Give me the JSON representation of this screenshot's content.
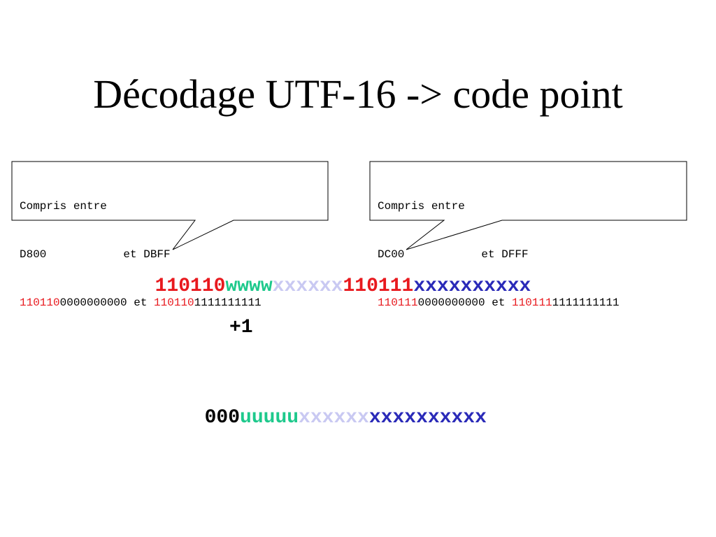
{
  "title": "Décodage UTF-16 -> code point",
  "callout_left": {
    "line1": "Compris entre",
    "line2a": "D800",
    "line2b": "et DBFF",
    "line3_red1": "110110",
    "line3_rest1": "0000000000",
    "line3_et": " et ",
    "line3_red2": "110110",
    "line3_rest2": "1111111111"
  },
  "callout_right": {
    "line1": "Compris entre",
    "line2a": "DC00",
    "line2b": "et DFFF",
    "line3_red1": "110111",
    "line3_rest1": "0000000000",
    "line3_et": " et ",
    "line3_red2": "110111",
    "line3_rest2": "1111111111"
  },
  "surrogate_bits": {
    "prefix_high": "110110",
    "w": "wwww",
    "x_light": "xxxxxx",
    "prefix_low": "110111",
    "x_dark": "xxxxxxxxxx"
  },
  "plus_one": "+1",
  "code_point_bits": {
    "zeros": "000",
    "u": "uuuuu",
    "x_light": "xxxxxx",
    "x_dark": "xxxxxxxxxx"
  },
  "colors": {
    "red": "#e8191e",
    "green": "#1ec98c",
    "light_purple": "#c9c9f2",
    "dark_blue": "#2a2ab8"
  }
}
